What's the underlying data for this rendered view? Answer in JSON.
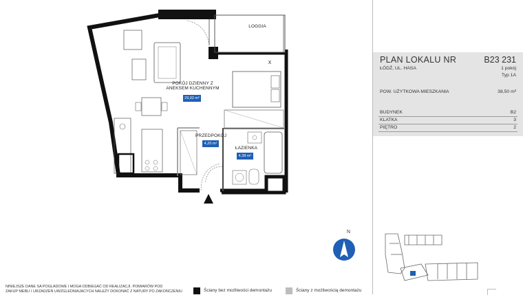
{
  "rooms": {
    "loggia": "LOGGIA",
    "living_line1": "POKÓJ DZIENNY Z",
    "living_line2": "ANEKSEM KUCHENNYM",
    "living_area": "29,92 m²",
    "hall": "PRZEDPOKÓJ",
    "hall_area": "4,20 m²",
    "bath": "ŁAZIENKA",
    "bath_area": "4,38 m²",
    "x_mark": "X"
  },
  "info": {
    "title": "PLAN LOKALU NR",
    "number": "B23 231",
    "address": "ŁÓDŹ, UL. HASA",
    "rooms_count": "1 pokój",
    "type": "Typ 1A",
    "area_label": "POW. UŻYTKOWA MIESZKANIA",
    "area_value": "38,50 m²",
    "rows": [
      {
        "label": "BUDYNEK",
        "value": "B2"
      },
      {
        "label": "KLATKA",
        "value": "3"
      },
      {
        "label": "PIĘTRO",
        "value": "2"
      }
    ]
  },
  "compass": {
    "north": "N"
  },
  "footer": {
    "line1": "NINIEJSZE DANE SA POGLADOWE I MOGA ODBIEGAĆ OD REALIZACJI. POMIARÓW POD",
    "line2": "ZAKUP MEBLI I URZADZEŃ UWZGLEDNIAJACYCH NALEŻY DOKONAĆ Z NATURY PO ZAKOŃCZENIU"
  },
  "legend": {
    "fixed_walls": "Ściany bez możliwości demontażu",
    "removable_walls": "Ściany z możliwością demontażu",
    "fixed_color": "#111111",
    "removable_color": "#bdbdbd"
  },
  "colors": {
    "accent": "#1f5fb5",
    "panel": "#e4e4e4"
  }
}
